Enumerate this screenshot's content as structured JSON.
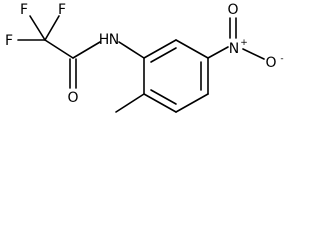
{
  "molecule": {
    "atoms": {
      "f_top_left": "F",
      "f_top_mid": "F",
      "f_left": "F",
      "amide_n": "N",
      "amide_h": "H",
      "carbonyl_o": "O",
      "nitro_n": "N",
      "nitro_plus": "+",
      "nitro_o_top": "O",
      "nitro_o_right": "O",
      "nitro_o_minus": "-"
    },
    "colors": {
      "bond": "#000000",
      "label": "#000000",
      "background": "#ffffff"
    }
  }
}
